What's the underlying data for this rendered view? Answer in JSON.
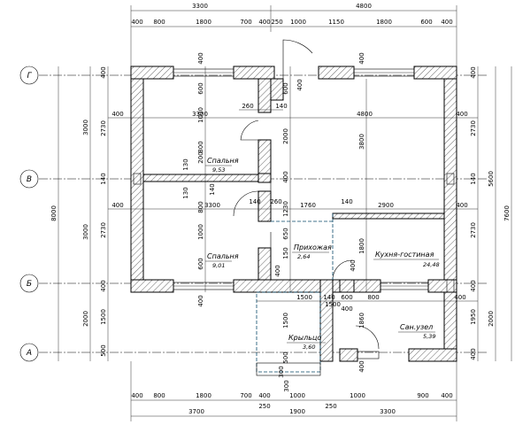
{
  "axes": {
    "g": "Г",
    "v": "В",
    "b": "Б",
    "a": "А"
  },
  "rooms": {
    "bedroom_top": {
      "name": "Спальня",
      "area": "9,53"
    },
    "bedroom_bottom": {
      "name": "Спальня",
      "area": "9,01"
    },
    "hall": {
      "name": "Прихожая",
      "area": "2,64"
    },
    "kitchen": {
      "name": "Кухня-гостиная",
      "area": "24,48"
    },
    "bathroom": {
      "name": "Сан.узел",
      "area": "5,39"
    },
    "porch": {
      "name": "Крыльцо",
      "area": "3,60"
    }
  },
  "dims": {
    "top_total_left": "3300",
    "top_total_right": "4800",
    "top_row": [
      "400",
      "800",
      "1800",
      "700",
      "400",
      "250",
      "1000",
      "1150",
      "1800",
      "600",
      "400"
    ],
    "bottom_row": [
      "400",
      "800",
      "1800",
      "700",
      "400",
      "1000",
      "1000",
      "900",
      "400"
    ],
    "bottom_mid": [
      "250",
      "250"
    ],
    "bottom_total": [
      "3700",
      "1900",
      "3300"
    ],
    "bottom_side": [
      "300",
      "300"
    ],
    "left_outer": [
      "8000"
    ],
    "left_mid": [
      "3000",
      "3000",
      "2000"
    ],
    "left_inner": [
      "400",
      "2730",
      "140",
      "2730",
      "400",
      "1500",
      "500"
    ],
    "right_outer": [
      "7600"
    ],
    "right_mid": [
      "5600",
      "2000"
    ],
    "right_inner": [
      "400",
      "2730",
      "140",
      "2730",
      "400",
      "1950",
      "400"
    ],
    "interior": {
      "w3300a": "3300",
      "w4800": "4800",
      "w3300b": "3300",
      "w1760": "1760",
      "w2900": "2900",
      "w140a": "140",
      "w260a": "260",
      "w140b": "140",
      "w260b": "260",
      "w140c": "140",
      "w140d": "140",
      "w400a": "400",
      "w400b": "400",
      "w400c": "400",
      "w400d": "400",
      "w400e": "400",
      "w400f": "400",
      "w400g": "400",
      "w400h": "400",
      "w1500a": "1500",
      "w1500b": "1500",
      "w600": "600",
      "w800": "800",
      "w400i": "400",
      "w400j": "400",
      "v600a": "600",
      "v1000a": "1000",
      "v800a": "800",
      "v200": "200",
      "v130a": "130",
      "v130b": "130",
      "v800b": "800",
      "v1000b": "1000",
      "v600b": "600",
      "v600c": "600",
      "v2000": "2000",
      "v3800": "3800",
      "v400a": "400",
      "v400b": "400",
      "v1230": "1230",
      "v650": "650",
      "v150": "150",
      "v400c": "400",
      "v1800": "1800",
      "v140": "140",
      "v1860": "1860",
      "v1500": "1500",
      "v500": "500",
      "v400d": "400"
    }
  }
}
